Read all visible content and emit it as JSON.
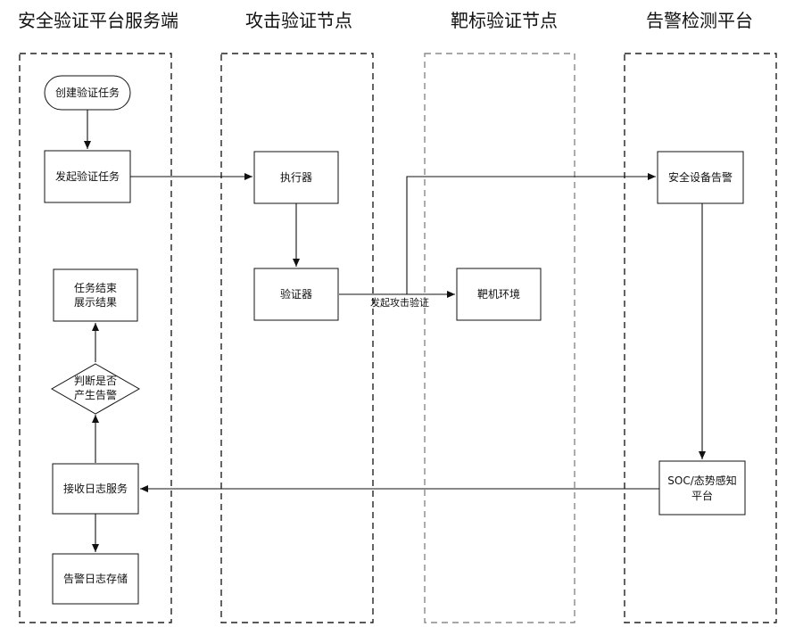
{
  "lanes": [
    {
      "id": "platform",
      "title": "安全验证平台服务端"
    },
    {
      "id": "attack",
      "title": "攻击验证节点"
    },
    {
      "id": "target",
      "title": "靶标验证节点"
    },
    {
      "id": "alert",
      "title": "告警检测平台"
    }
  ],
  "nodes": {
    "create_task": {
      "lines": [
        "创建验证任务"
      ],
      "shape": "terminator"
    },
    "launch_task": {
      "lines": [
        "发起验证任务"
      ],
      "shape": "process"
    },
    "task_end": {
      "lines": [
        "任务结束",
        "展示结果"
      ],
      "shape": "process"
    },
    "judge_alert": {
      "lines": [
        "判断是否",
        "产生告警"
      ],
      "shape": "decision"
    },
    "receive_log": {
      "lines": [
        "接收日志服务"
      ],
      "shape": "process"
    },
    "store_log": {
      "lines": [
        "告警日志存储"
      ],
      "shape": "process"
    },
    "executor": {
      "lines": [
        "执行器"
      ],
      "shape": "process"
    },
    "verifier": {
      "lines": [
        "验证器"
      ],
      "shape": "process"
    },
    "target_env": {
      "lines": [
        "靶机环境"
      ],
      "shape": "process"
    },
    "device_alert": {
      "lines": [
        "安全设备告警"
      ],
      "shape": "process"
    },
    "soc": {
      "lines": [
        "SOC/态势感知",
        "平台"
      ],
      "shape": "process"
    }
  },
  "edges": [
    {
      "from": "create_task",
      "to": "launch_task",
      "label": ""
    },
    {
      "from": "launch_task",
      "to": "executor",
      "label": ""
    },
    {
      "from": "executor",
      "to": "verifier",
      "label": ""
    },
    {
      "from": "verifier",
      "to": "target_env",
      "label": "发起攻击验证"
    },
    {
      "from": "verifier",
      "to": "device_alert",
      "label": ""
    },
    {
      "from": "device_alert",
      "to": "soc",
      "label": ""
    },
    {
      "from": "soc",
      "to": "receive_log",
      "label": ""
    },
    {
      "from": "receive_log",
      "to": "store_log",
      "label": ""
    },
    {
      "from": "receive_log",
      "to": "judge_alert",
      "label": ""
    },
    {
      "from": "judge_alert",
      "to": "task_end",
      "label": ""
    }
  ]
}
